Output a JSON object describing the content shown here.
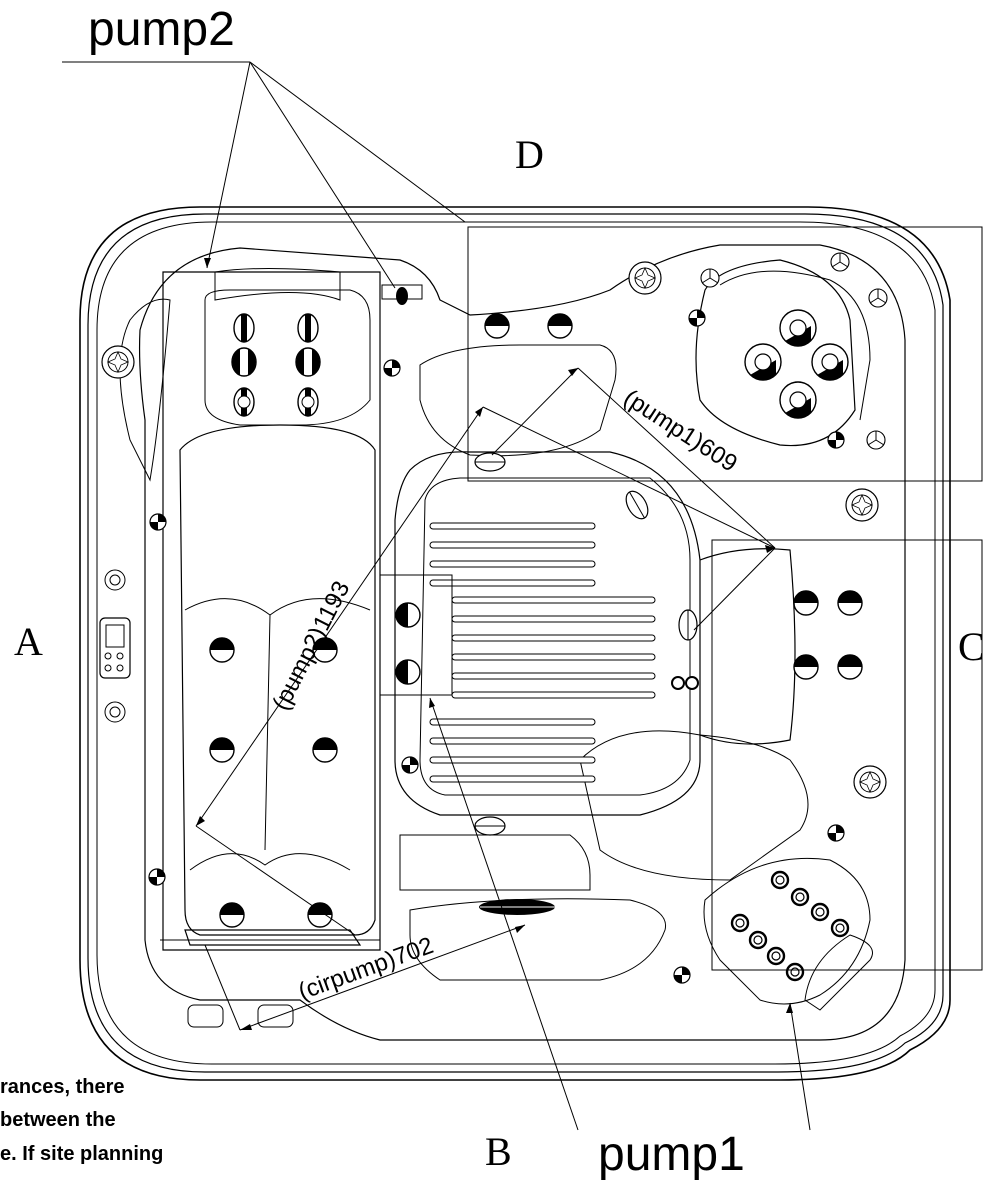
{
  "labels": {
    "pump2": "pump2",
    "pump1": "pump1",
    "side_a": "A",
    "side_b": "B",
    "side_c": "C",
    "side_d": "D",
    "dim_pump1": "(pump1)609",
    "dim_pump2": "(pump2)1193",
    "dim_cirpump": "(cirpump)702"
  },
  "note_lines": [
    "rances, there",
    "between the",
    "e. If site planning"
  ],
  "colors": {
    "line": "#000000",
    "background": "#ffffff"
  },
  "icons": [
    "jet-icon",
    "drain-icon",
    "control-panel-icon",
    "pillow-icon",
    "cup-holder-icon"
  ]
}
